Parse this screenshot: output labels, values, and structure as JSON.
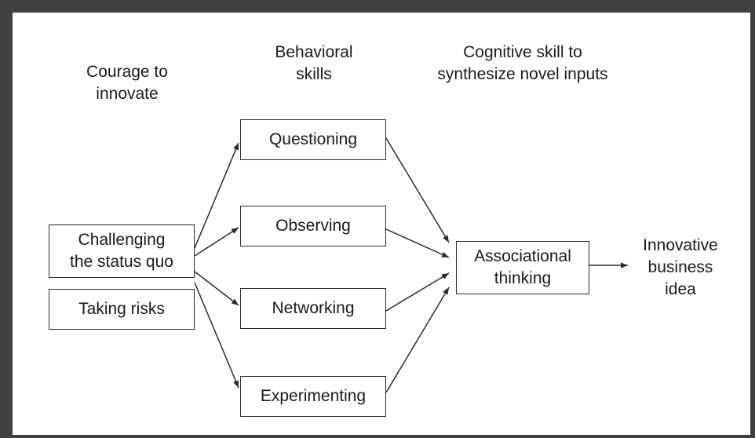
{
  "headings": {
    "courage": [
      "Courage to",
      "innovate"
    ],
    "behavioral": [
      "Behavioral",
      "skills"
    ],
    "cognitive": [
      "Cognitive skill to",
      "synthesize novel inputs"
    ]
  },
  "nodes": {
    "challenging": [
      "Challenging",
      "the status quo"
    ],
    "taking_risks": "Taking risks",
    "questioning": "Questioning",
    "observing": "Observing",
    "networking": "Networking",
    "experimenting": "Experimenting",
    "associational": [
      "Associational",
      "thinking"
    ],
    "outcome": [
      "Innovative",
      "business",
      "idea"
    ]
  },
  "edges": [
    {
      "from": "challenging",
      "to": "questioning"
    },
    {
      "from": "challenging",
      "to": "observing"
    },
    {
      "from": "challenging",
      "to": "networking"
    },
    {
      "from": "challenging",
      "to": "experimenting"
    },
    {
      "from": "questioning",
      "to": "associational"
    },
    {
      "from": "observing",
      "to": "associational"
    },
    {
      "from": "networking",
      "to": "associational"
    },
    {
      "from": "experimenting",
      "to": "associational"
    },
    {
      "from": "associational",
      "to": "outcome"
    }
  ],
  "colors": {
    "frame": "#404040",
    "line": "#2a2a2a",
    "background": "#ffffff"
  }
}
